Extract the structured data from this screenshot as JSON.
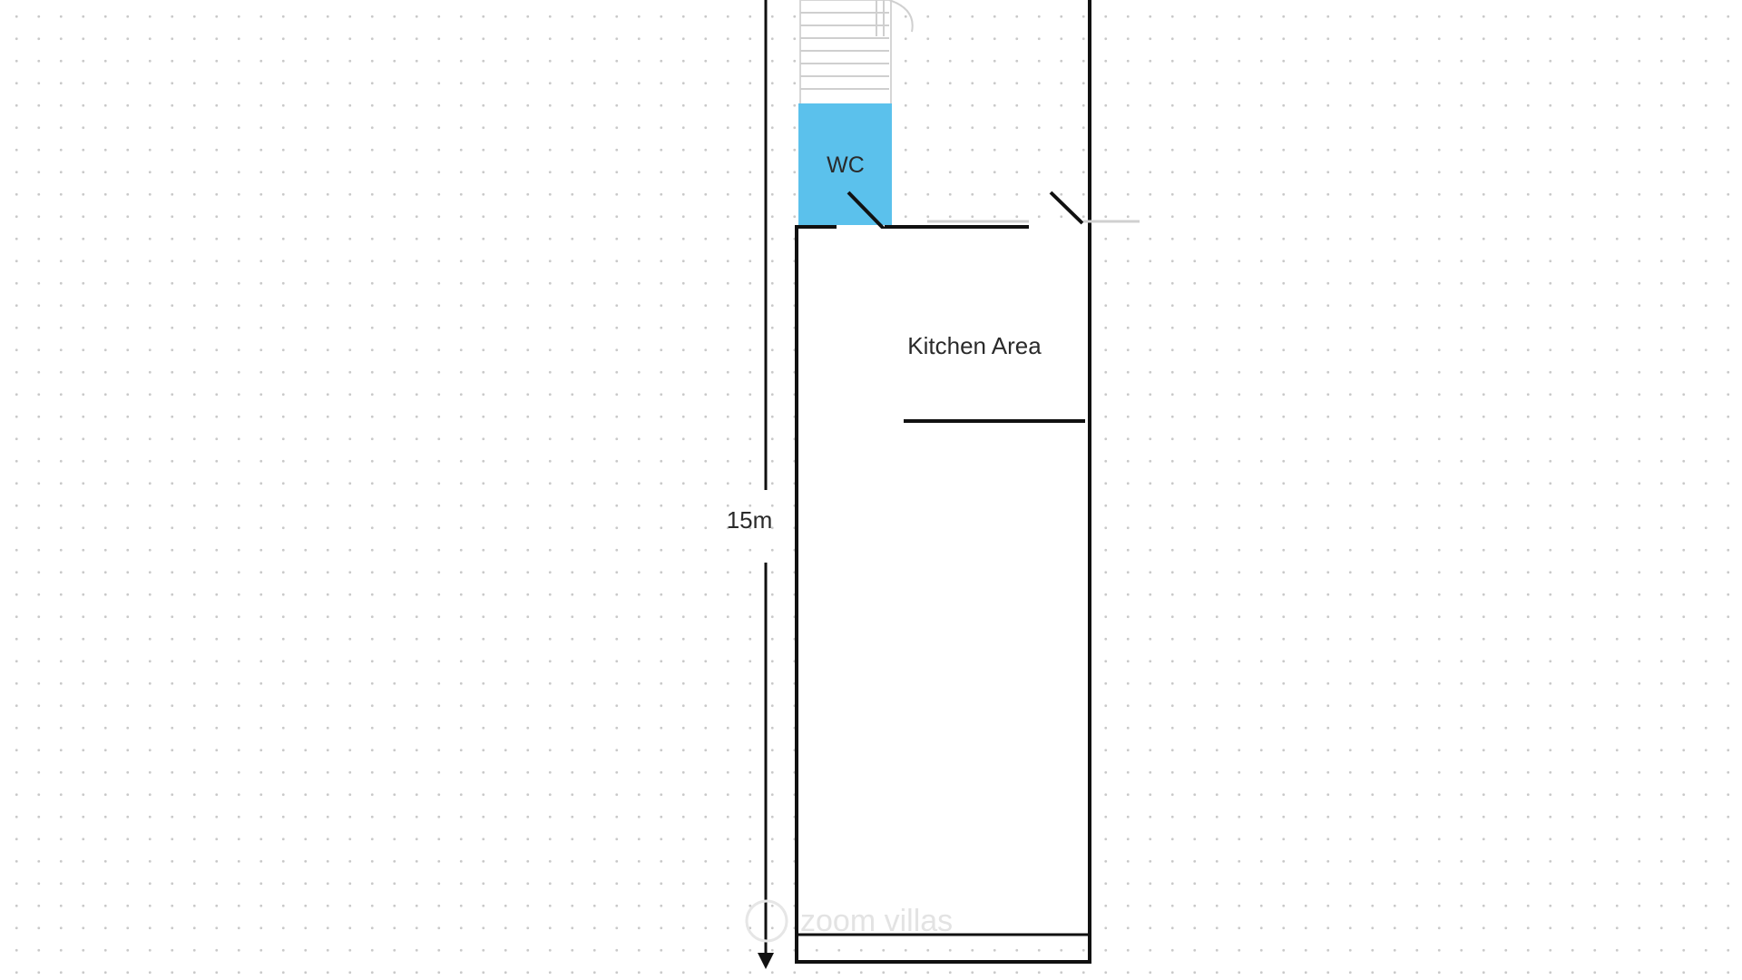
{
  "floorplan": {
    "rooms": [
      {
        "name": "WC",
        "fill": "#5bc1ec"
      },
      {
        "name": "Kitchen Area",
        "fill": "#ffffff"
      }
    ],
    "dimension": {
      "label": "15m",
      "orientation": "vertical"
    },
    "watermark": "zoom villas",
    "colors": {
      "wall": "#111111",
      "wc": "#5bc1ec",
      "grid_dot": "#c9c9c9",
      "stairs": "#cfcfcf"
    }
  }
}
